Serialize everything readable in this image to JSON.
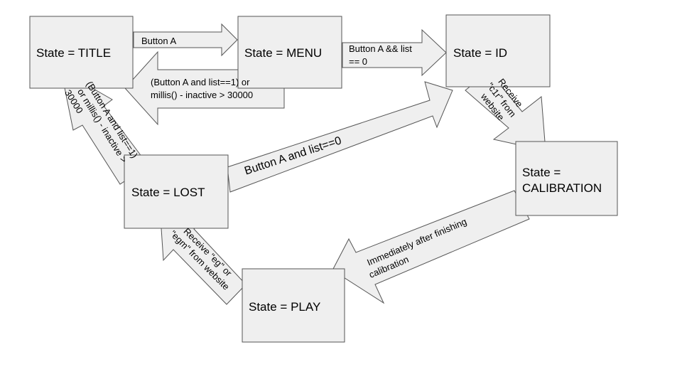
{
  "states": {
    "title": "State = TITLE",
    "menu": "State = MENU",
    "id": "State = ID",
    "calibration_line1": "State =",
    "calibration_line2": "CALIBRATION",
    "lost": "State = LOST",
    "play": "State = PLAY"
  },
  "transitions": {
    "title_to_menu": "Button A",
    "menu_to_id_line1": "Button A && list",
    "menu_to_id_line2": "== 0",
    "menu_to_title_line1": "(Button A and list==1) or",
    "menu_to_title_line2": "millis() - inactive > 30000",
    "lost_to_title_line1": "(Button A and list==1)",
    "lost_to_title_line2": "or millis() - inactive >",
    "lost_to_title_line3": "30000",
    "lost_to_id": "Button A and list==0",
    "id_to_calibration_line1": "Receive",
    "id_to_calibration_line2": "\"c1r\" from",
    "id_to_calibration_line3": "website",
    "calibration_to_play_line1": "Immediately after finishing",
    "calibration_to_play_line2": "calibration",
    "play_to_lost_line1": "Receive \"eg\" or",
    "play_to_lost_line2": "\"egm\" from website"
  }
}
